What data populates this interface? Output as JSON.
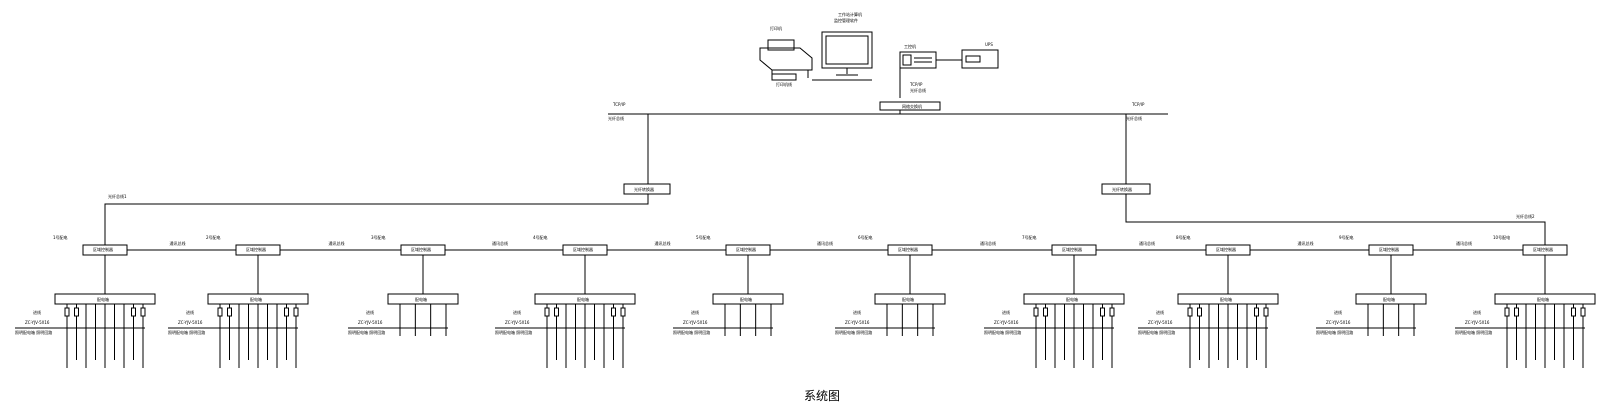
{
  "diagram": {
    "title": "系统图",
    "bus_labels": {
      "left_top": "TCP/IP",
      "left_bottom": "光纤总线",
      "right_top": "TCP/IP",
      "right_bottom": "光纤总线",
      "center_top": "TCP/IP",
      "center_bottom": "光纤总线"
    },
    "switch_label": "网络交换机",
    "host_top": "工作站计算机",
    "host_bottom": "监控管理软件",
    "printer_label": "打印机",
    "printer_sub": "打印机线",
    "ups_label": "UPS",
    "pc_label": "工控机",
    "left_converter": "光纤转换器",
    "right_converter": "光纤转换器",
    "left_trunk_label": "光纤总线1",
    "right_trunk_label": "光纤总线2",
    "node_title": "区域控制器",
    "panel_title": "配电箱",
    "feeder_lo": "进线",
    "feeder_hi": "ZC-YJV-5X16",
    "feeder_desc": "照明配电箱 照明回路",
    "segment_label": "通讯总线",
    "node_tags": [
      "1号配电",
      "2号配电",
      "3号配电",
      "4号配电",
      "5号配电",
      "6号配电",
      "7号配电",
      "8号配电",
      "9号配电",
      "10号配电"
    ]
  }
}
